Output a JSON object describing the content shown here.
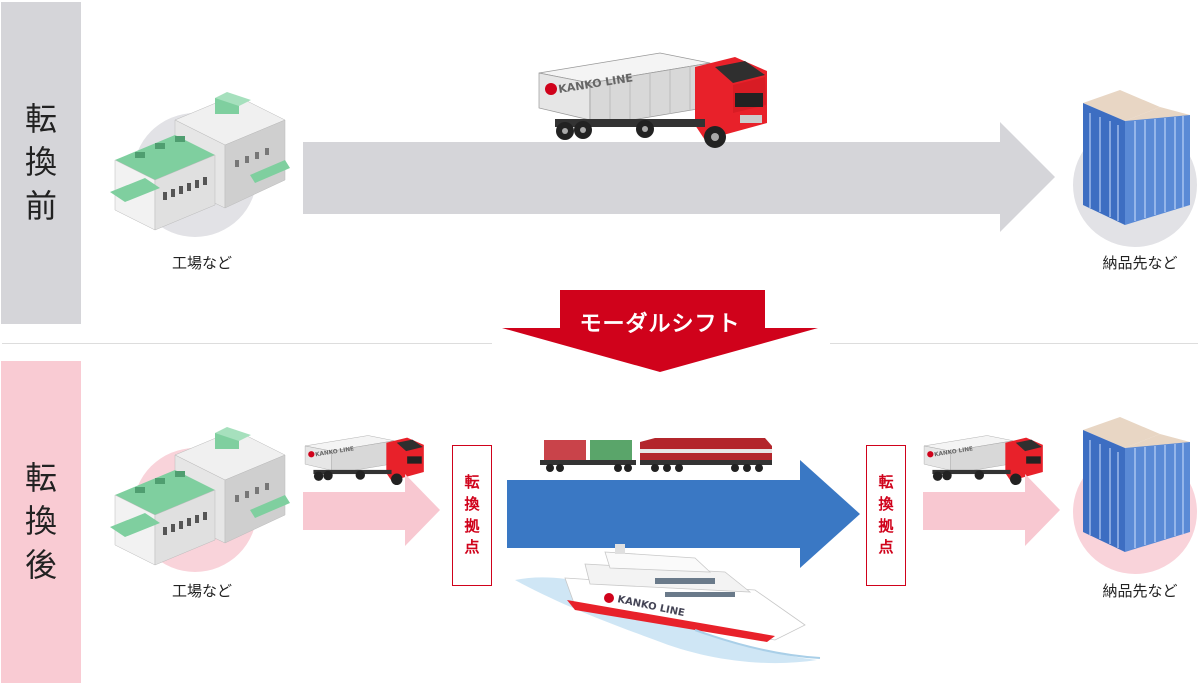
{
  "before": {
    "label_chars": [
      "転",
      "換",
      "前"
    ],
    "origin_caption": "工場など",
    "destination_caption": "納品先など"
  },
  "shift": {
    "label": "モーダルシフト"
  },
  "after": {
    "label_chars": [
      "転",
      "換",
      "後"
    ],
    "origin_caption": "工場など",
    "destination_caption": "納品先など",
    "hub_left_chars": [
      "転",
      "換",
      "拠",
      "点"
    ],
    "hub_right_chars": [
      "転",
      "換",
      "拠",
      "点"
    ]
  },
  "branding": {
    "vehicle_logo": "KANKO LINE"
  },
  "colors": {
    "before_band": "#d5d5d9",
    "after_band": "#f9cbd3",
    "gray_arrow": "#d5d5d9",
    "pink_arrow": "#f8c8d1",
    "blue_arrow": "#3a78c4",
    "shift_arrow": "#d0021b",
    "truck_cab": "#e8212a",
    "building": "#4a78c6",
    "factory_roof": "#7fcf9f"
  }
}
